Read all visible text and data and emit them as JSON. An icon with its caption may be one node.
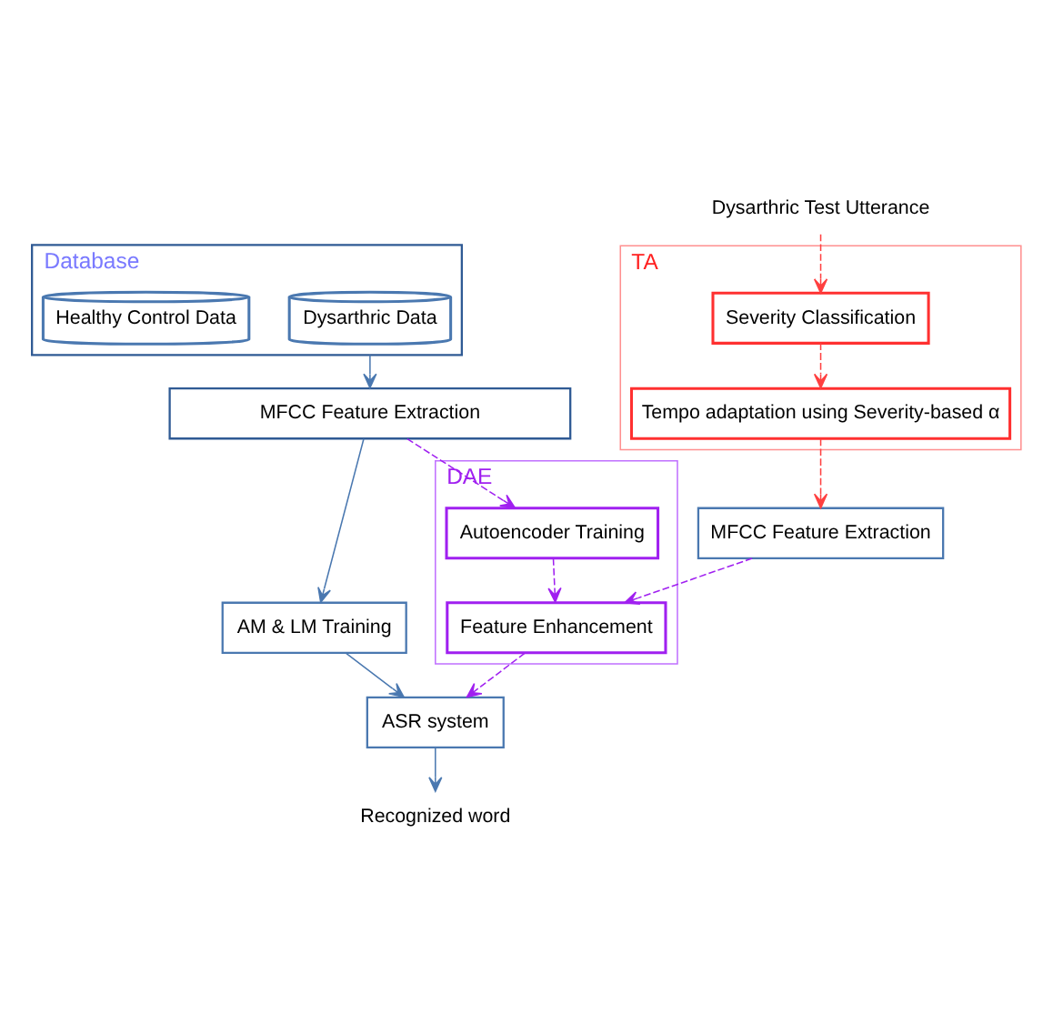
{
  "diagram": {
    "nodes": [
      {
        "text": [
          "Database"
        ]
      },
      {
        "text": [
          "Dysarthric Data"
        ],
        "in": 0
      },
      {
        "text": [
          "Healthy Control Data"
        ],
        "in": 0
      },
      {
        "text": [
          "Dysarthric Test Utterance"
        ]
      },
      {
        "text": [
          "TA"
        ]
      },
      {
        "text": [
          "Severity Classification"
        ],
        "in": 4
      },
      {
        "text": [
          "Tempo adaptation using Severity-based α"
        ],
        "in": 4
      },
      {
        "text": [
          "MFCC Feature Extraction"
        ]
      },
      {
        "text": [
          "DAE"
        ]
      },
      {
        "text": [
          "Autoencoder Training"
        ],
        "in": 8
      },
      {
        "text": [
          "Feature Enhancement"
        ],
        "in": 8
      },
      {
        "text": [
          "AM & LM Training"
        ]
      },
      {
        "text": [
          "MFCC Feature Extraction"
        ]
      },
      {
        "text": [
          "ASR system"
        ]
      },
      {
        "text": [
          "Recognized word"
        ]
      }
    ],
    "edges": [
      {
        "from": 3,
        "to": 5,
        "arrow": "to",
        "style": "dashed",
        "color": "#ff4040"
      },
      {
        "from": 5,
        "to": 6,
        "arrow": "to",
        "style": "dashed",
        "color": "#ff4040"
      },
      {
        "from": 6,
        "to": 12,
        "arrow": "to",
        "style": "dashed",
        "color": "#ff4040"
      },
      {
        "from": 0,
        "to": 7,
        "arrow": "to"
      },
      {
        "from": 7,
        "to": 9,
        "arrow": "to",
        "style": "dashed",
        "color": "#a020f0"
      },
      {
        "from": 7,
        "to": 11,
        "arrow": "to"
      },
      {
        "from": 9,
        "to": 10,
        "arrow": "to",
        "style": "dashed",
        "color": "#a020f0"
      },
      {
        "from": 12,
        "to": 10,
        "arrow": "to",
        "style": "dashed",
        "color": "#a020f0"
      },
      {
        "from": 10,
        "to": 13,
        "arrow": "to",
        "style": "dashed",
        "color": "#a020f0"
      },
      {
        "from": 11,
        "to": 13,
        "arrow": "to"
      },
      {
        "from": 13,
        "to": 14,
        "arrow": "to"
      }
    ]
  }
}
